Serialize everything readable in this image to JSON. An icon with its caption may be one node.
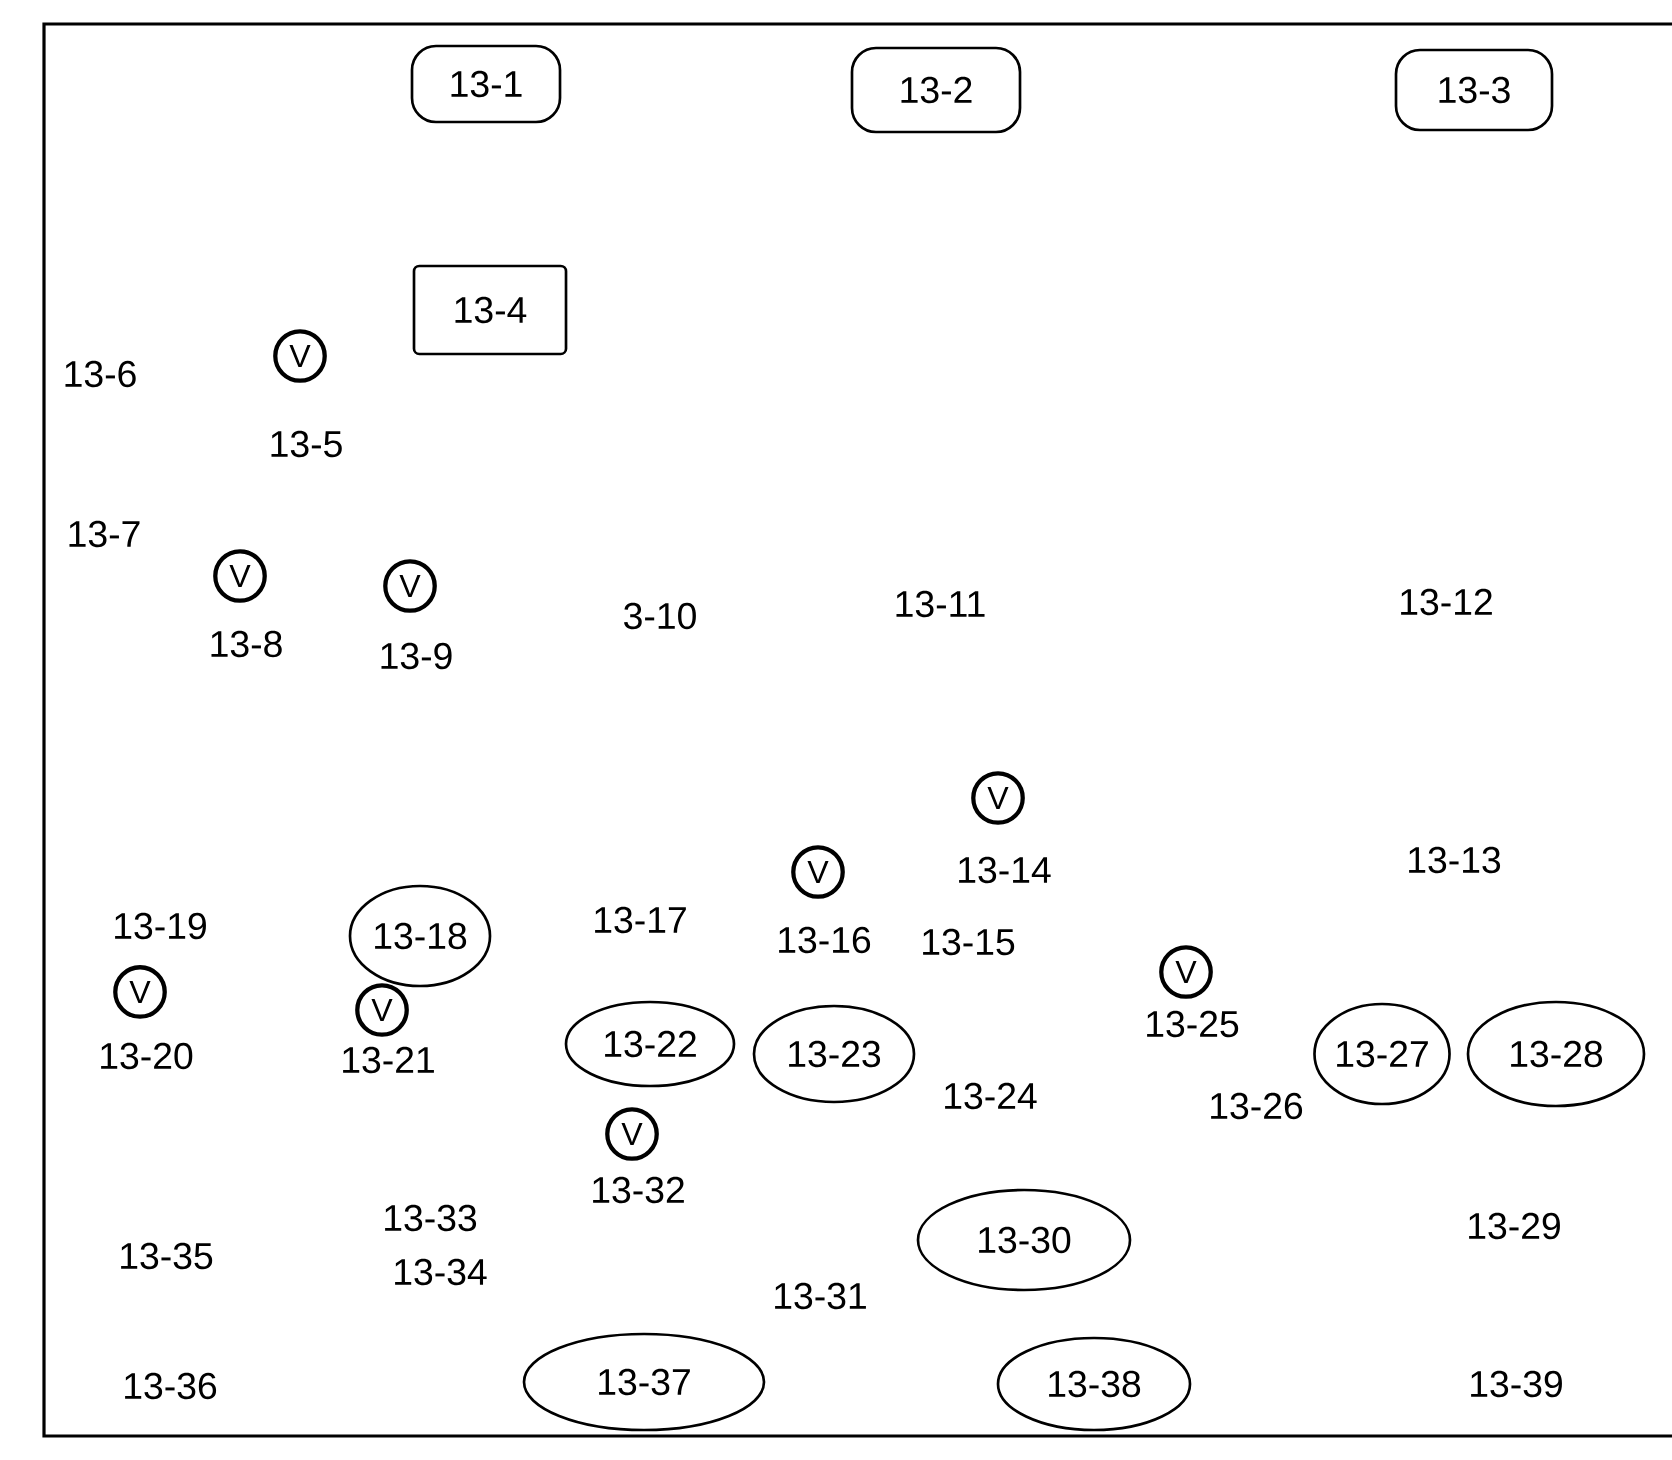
{
  "diagram": {
    "nodes": [
      {
        "text": [
          "13-1"
        ]
      },
      {
        "text": [
          "13-2"
        ]
      },
      {
        "text": [
          "13-3"
        ]
      },
      {
        "text": [
          "13-4"
        ]
      },
      {
        "text": [
          "V"
        ],
        "beside": [
          "13-5"
        ]
      },
      {
        "text": [
          "V"
        ],
        "beside": [
          "13-8"
        ]
      },
      {
        "text": [
          "V"
        ],
        "beside": [
          "13-9"
        ]
      },
      {
        "text": [
          "V"
        ],
        "beside": [
          "13-14"
        ]
      },
      {
        "text": [
          "V"
        ],
        "beside": [
          "13-16"
        ]
      },
      {
        "text": [
          "13-18"
        ]
      },
      {
        "text": [
          "V"
        ],
        "beside": [
          "13-25"
        ]
      },
      {
        "text": [
          "V"
        ],
        "beside": [
          "13-20"
        ]
      },
      {
        "text": [
          "V"
        ],
        "beside": [
          "13-21"
        ]
      },
      {
        "text": [
          "13-22"
        ]
      },
      {
        "text": [
          "13-23"
        ]
      },
      {
        "text": [
          "13-27"
        ]
      },
      {
        "text": [
          "13-28"
        ]
      },
      {
        "text": [
          "V"
        ],
        "beside": [
          "13-32"
        ]
      },
      {
        "text": [
          "13-30"
        ]
      },
      {
        "text": [
          "13-37"
        ]
      },
      {
        "text": [
          "13-38"
        ]
      }
    ],
    "labels": [
      "13-6",
      "13-7",
      "3-10",
      "13-11",
      "13-12",
      "13-13",
      "13-19",
      "13-17",
      "13-15",
      "13-24",
      "13-26",
      "13-33",
      "13-29",
      "13-35",
      "13-34",
      "13-31",
      "13-36",
      "13-39"
    ]
  }
}
